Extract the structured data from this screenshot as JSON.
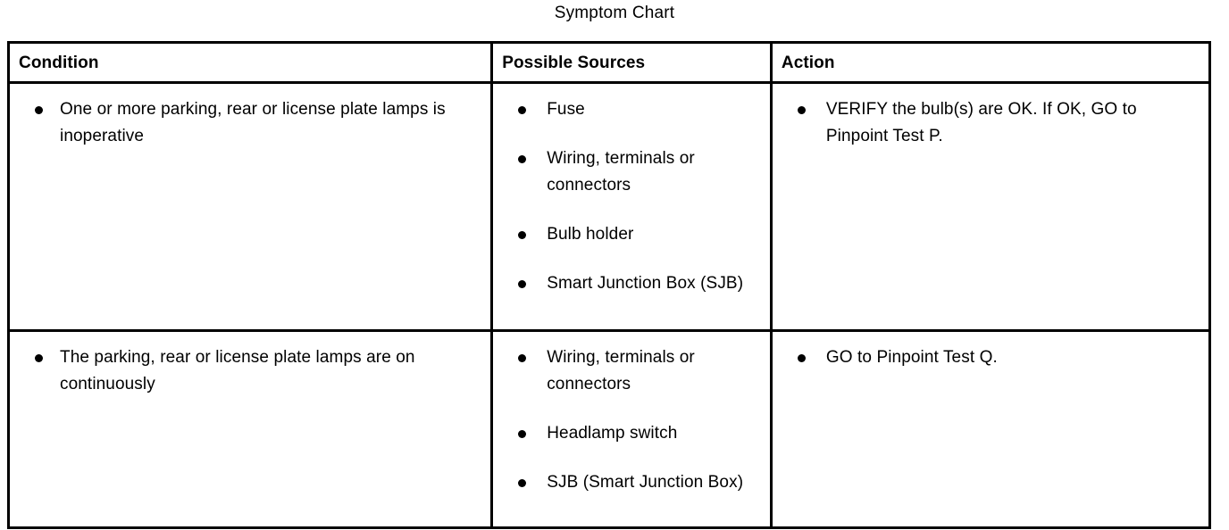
{
  "title": "Symptom Chart",
  "table": {
    "headers": [
      "Condition",
      "Possible Sources",
      "Action"
    ],
    "rows": [
      {
        "condition": [
          "One or more parking, rear or license plate lamps is inoperative"
        ],
        "possible_sources": [
          "Fuse",
          "Wiring, terminals or connectors",
          "Bulb holder",
          "Smart Junction Box (SJB)"
        ],
        "action": [
          "VERIFY the bulb(s) are OK. If OK, GO to Pinpoint Test P."
        ]
      },
      {
        "condition": [
          "The parking, rear or license plate lamps are on continuously"
        ],
        "possible_sources": [
          "Wiring, terminals or connectors",
          "Headlamp switch",
          "SJB (Smart Junction Box)"
        ],
        "action": [
          "GO to Pinpoint Test Q."
        ]
      }
    ]
  },
  "colors": {
    "border": "#000000",
    "text": "#000000",
    "background": "#ffffff"
  }
}
